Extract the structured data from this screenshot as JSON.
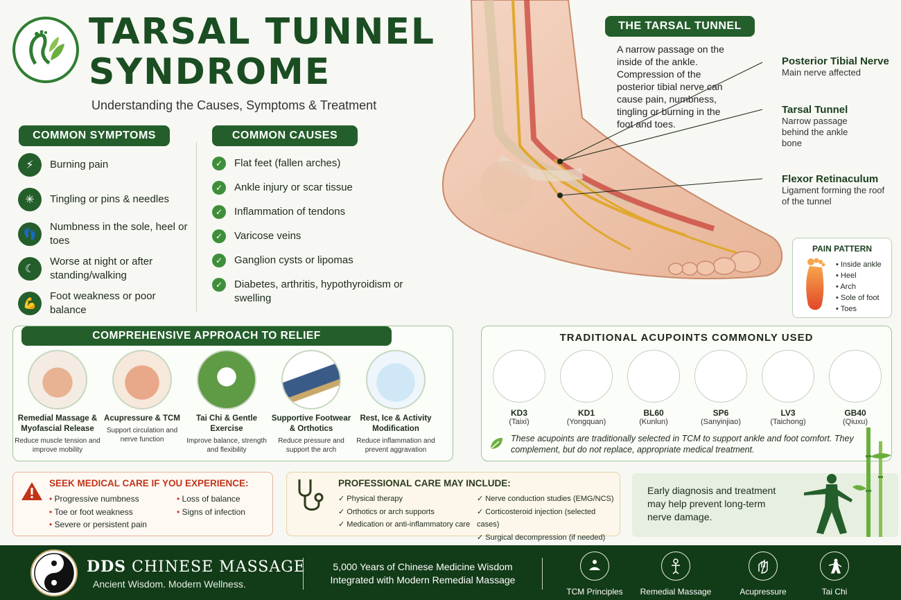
{
  "header": {
    "title_line1": "TARSAL TUNNEL",
    "title_line2": "SYNDROME",
    "subtitle": "Understanding the Causes, Symptoms & Treatment"
  },
  "symptoms": {
    "heading": "COMMON SYMPTOMS",
    "items": [
      {
        "label": "Burning pain",
        "icon": "lightning-icon"
      },
      {
        "label": "Tingling or pins & needles",
        "icon": "sparkle-icon"
      },
      {
        "label": "Numbness in the sole, heel or toes",
        "icon": "footprint-icon"
      },
      {
        "label": "Worse at night or after standing/walking",
        "icon": "moon-icon"
      },
      {
        "label": "Foot weakness or poor balance",
        "icon": "muscle-icon"
      }
    ]
  },
  "causes": {
    "heading": "COMMON CAUSES",
    "items": [
      "Flat feet (fallen arches)",
      "Ankle injury or scar tissue",
      "Inflammation of tendons",
      "Varicose veins",
      "Ganglion cysts or lipomas",
      "Diabetes, arthritis, hypothyroidism or swelling"
    ]
  },
  "tunnel": {
    "heading": "THE TARSAL TUNNEL",
    "description": "A narrow passage on the inside of the ankle. Compression of the posterior tibial nerve can cause pain, numbness, tingling or burning in the foot and toes.",
    "annotations": [
      {
        "title": "Posterior Tibial Nerve",
        "desc": "Main nerve affected"
      },
      {
        "title": "Tarsal Tunnel",
        "desc": "Narrow passage behind the ankle bone"
      },
      {
        "title": "Flexor Retinaculum",
        "desc": "Ligament forming the roof of the tunnel"
      }
    ]
  },
  "pain_pattern": {
    "heading": "PAIN PATTERN",
    "items": [
      "Inside ankle",
      "Heel",
      "Arch",
      "Sole of foot",
      "Toes"
    ]
  },
  "approach": {
    "heading": "COMPREHENSIVE APPROACH TO RELIEF",
    "items": [
      {
        "title": "Remedial Massage & Myofascial Release",
        "desc": "Reduce muscle tension and improve mobility"
      },
      {
        "title": "Acupressure & TCM",
        "desc": "Support circulation and nerve function"
      },
      {
        "title": "Tai Chi & Gentle Exercise",
        "desc": "Improve balance, strength and flexibility"
      },
      {
        "title": "Supportive Footwear & Orthotics",
        "desc": "Reduce pressure and support the arch"
      },
      {
        "title": "Rest, Ice & Activity Modification",
        "desc": "Reduce inflammation and prevent aggravation"
      }
    ]
  },
  "acupoints": {
    "heading": "TRADITIONAL ACUPOINTS COMMONLY USED",
    "items": [
      {
        "code": "KD3",
        "name": "(Taixi)"
      },
      {
        "code": "KD1",
        "name": "(Yongquan)"
      },
      {
        "code": "BL60",
        "name": "(Kunlun)"
      },
      {
        "code": "SP6",
        "name": "(Sanyinjiao)"
      },
      {
        "code": "LV3",
        "name": "(Taichong)"
      },
      {
        "code": "GB40",
        "name": "(Qiuxu)"
      }
    ],
    "note": "These acupoints are traditionally selected in TCM to support ankle and foot comfort. They complement, but do not replace, appropriate medical treatment."
  },
  "seek_care": {
    "heading": "SEEK MEDICAL CARE IF YOU EXPERIENCE:",
    "col1": [
      "Progressive numbness",
      "Toe or foot weakness",
      "Severe or persistent pain"
    ],
    "col2": [
      "Loss of balance",
      "Signs of infection"
    ]
  },
  "professional": {
    "heading": "PROFESSIONAL CARE MAY INCLUDE:",
    "col1": [
      "Physical therapy",
      "Orthotics or arch supports",
      "Medication or anti-inflammatory care"
    ],
    "col2": [
      "Nerve conduction studies (EMG/NCS)",
      "Corticosteroid injection (selected cases)",
      "Surgical decompression (if needed)"
    ]
  },
  "early": {
    "text": "Early diagnosis and treatment may help prevent long-term nerve damage."
  },
  "footer": {
    "brand_bold": "DDS",
    "brand_rest": " CHINESE MASSAGE",
    "tagline": "Ancient Wisdom. Modern Wellness.",
    "wisdom_line1": "5,000 Years of Chinese Medicine Wisdom",
    "wisdom_line2": "Integrated with Modern Remedial Massage",
    "icons": [
      {
        "label": "TCM Principles"
      },
      {
        "label": "Remedial Massage"
      },
      {
        "label": "Acupressure"
      },
      {
        "label": "Tai Chi"
      }
    ]
  },
  "colors": {
    "brand_green": "#245e2b",
    "dark_green": "#123b18",
    "alert_red": "#c23418"
  }
}
